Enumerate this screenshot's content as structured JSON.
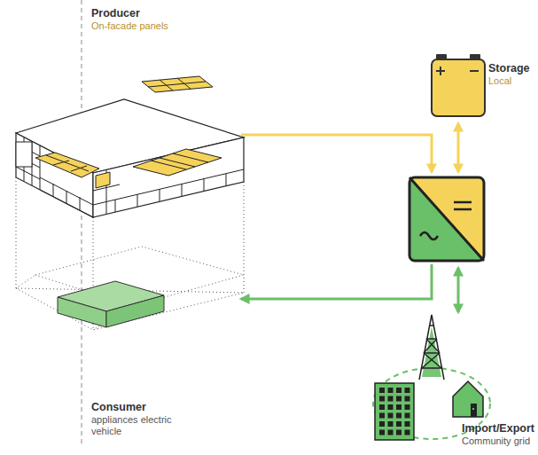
{
  "diagram": {
    "nodes": [
      {
        "text": [
          "Producer",
          "On-facade panels"
        ]
      },
      {
        "text": [
          "Storage",
          "Local"
        ]
      },
      {
        "text": [
          "Consumer",
          "appliances electric vehicle"
        ]
      },
      {
        "text": [
          "Import/Export",
          "Community grid"
        ]
      }
    ]
  }
}
